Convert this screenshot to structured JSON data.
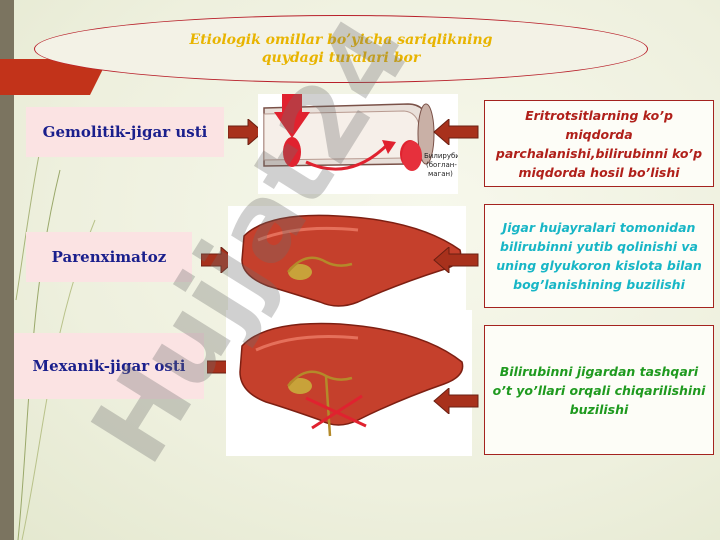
{
  "title": {
    "line1": "Etiologik omillar bo’yicha sariqlikning",
    "line2": "quydagi turalari bor"
  },
  "rows": [
    {
      "label": "Gemolitik-jigar usti",
      "description": "Eritrotsitlarning ko’p miqdorda parchalanishi,bilirubinni ko’p miqdorda hosil bo’lishi",
      "desc_color": "#b0201a",
      "image_icon": "blood-vessel-icon"
    },
    {
      "label": "Parenximatoz",
      "description": "Jigar hujayralari tomonidan bilirubinni yutib qolinishi va uning glyukoron kislota bilan bog’lanishining buzilishi",
      "desc_color": "#18b6c6",
      "image_icon": "liver-icon"
    },
    {
      "label": "Mexanik-jigar osti",
      "description": "Bilirubinni jigardan tashqari o’t yo’llari orqali chiqarilishini buzilishi",
      "desc_color": "#1f9a1f",
      "image_icon": "liver-blocked-duct-icon"
    }
  ],
  "diagram_label": {
    "line1": "Билирубин",
    "line2": "(боглан-",
    "line3": "маган)"
  },
  "watermark": "Hujjat24",
  "colors": {
    "label_bg": "#fbe3e3",
    "label_text": "#1a1f8c",
    "border": "#a4231f",
    "title": "#e8b400",
    "arrow": "#a8311c"
  }
}
